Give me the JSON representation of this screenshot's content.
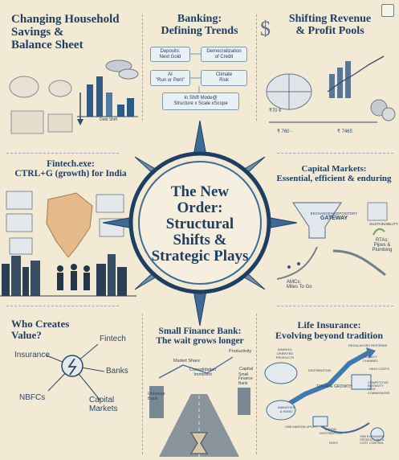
{
  "household": {
    "title_l1": "Changing Household",
    "title_l2": "Savings &",
    "title_l3": "Balance Sheet",
    "debt_label": "Debt Shift"
  },
  "banking": {
    "title_l1": "Banking:",
    "title_l2": "Defining Trends",
    "box1_l1": "Deposits:",
    "box1_l2": "Next Gold",
    "box2_l1": "Democratization",
    "box2_l2": "of Credit",
    "box3_l1": "AI",
    "box3_l2": "\"Run or Peril\"",
    "box4_l1": "Climate",
    "box4_l2": "Risk",
    "box5_l1": "In Shift Mode@",
    "box5_l2": "Structure x Scale xScope"
  },
  "revenue": {
    "title_l1": "Shifting Revenue",
    "title_l2": "& Profit Pools",
    "note1": "₹70 ¢",
    "note2": "₹ 760 -",
    "note3": "₹ 7465"
  },
  "fintech": {
    "title_l1": "Fintech.exe:",
    "title_l2": "CTRL+G (growth) for India"
  },
  "center": {
    "l1": "The New",
    "l2": "Order:",
    "l3": "Structural",
    "l4": "Shifts &",
    "l5": "Strategic Plays"
  },
  "capital": {
    "title_l1": "Capital Markets:",
    "title_l2": "Essential, efficient & enduring",
    "gateway_l1": "EXCHANGES/DEPOSITORY",
    "gateway_l2": "GATEWAY",
    "rta_l1": "RTAs:",
    "rta_l2": "Pipes & Plumbing",
    "amc_l1": "AMCs:",
    "amc_l2": "Miles To Go",
    "sustain": "SUSTAINABILITY"
  },
  "value": {
    "title_l1": "Who Creates",
    "title_l2": "Value?",
    "fintech": "Fintech",
    "insurance": "Insurance",
    "banks": "Banks",
    "nbfcs": "NBFCs",
    "capital_l1": "Capital",
    "capital_l2": "Markets"
  },
  "sfb": {
    "title_l1": "Small Finance Bank:",
    "title_l2": "The wait grows longer",
    "market_share": "Market Share",
    "productivity": "Productivity",
    "consolidation_l1": "Consolidation",
    "consolidation_l2": "Imminent",
    "capital": "Capital",
    "universe_l1": "Universe",
    "universe_l2": "Bank",
    "small_l1": "Small",
    "small_l2": "Finance",
    "small_l3": "Bank"
  },
  "life": {
    "title_l1": "Life Insurance:",
    "title_l2": "Evolving beyond tradition",
    "savings_l1": "SAVINGS-ORIENTED",
    "savings_l2": "PRODUCTS",
    "regulatory": "REGULATORY REFORMS",
    "agency_l1": "AGENCY",
    "agency_l2": "CHANNEL",
    "high_costs": "HIGH COSTS",
    "distribution": "DISTRIBUTION",
    "apr_growth": "11% APE GROWTH",
    "annuities_l1": "ANNUITIES",
    "annuities_l2": "& HDMO",
    "competitive_l1": "COMPETITIVE",
    "competitive_l2": "INTENSITY",
    "competitive_l3": "HIGH",
    "competitive_l4": "COMMISSIONS",
    "vnb_uplift": "VNB MARGIN UPLIFT",
    "digital_l1": "DIGITAL",
    "digital_l2": "DISTRIBUTION",
    "rosy": "ROSY",
    "vnb_exp_l1": "VNB EXPANSION",
    "vnb_exp_l2": "PRODUCT MIX &",
    "vnb_exp_l3": "COST CONTROL"
  },
  "colors": {
    "navy": "#1e3f63",
    "paper": "#f3ead6",
    "accent_orange": "#e0a25a",
    "accent_green": "#6ea063"
  }
}
